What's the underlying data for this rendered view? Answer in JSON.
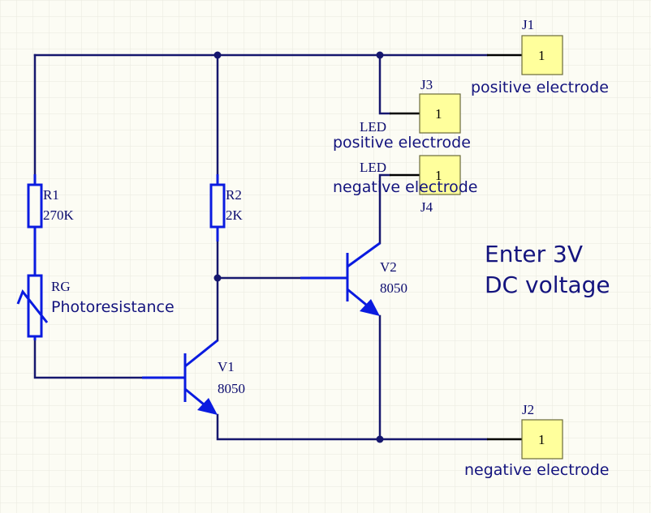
{
  "colors": {
    "background": "#FCFCF4",
    "grid": "#E9E9DE",
    "wire": "#16176E",
    "component": "#0A1BE0",
    "connector_fill": "#FFFF9C",
    "text": "#14147E"
  },
  "components": {
    "r1": {
      "ref": "R1",
      "value": "270K"
    },
    "r2": {
      "ref": "R2",
      "value": "2K"
    },
    "rg": {
      "ref": "RG",
      "value": "Photoresistance"
    },
    "v1": {
      "ref": "V1",
      "value": "8050"
    },
    "v2": {
      "ref": "V2",
      "value": "8050"
    }
  },
  "connectors": {
    "j1": {
      "ref": "J1",
      "pin": "1",
      "label": "positive electrode"
    },
    "j2": {
      "ref": "J2",
      "pin": "1",
      "label": "negative electrode"
    },
    "j3": {
      "ref": "J3",
      "pin": "1",
      "label_line1": "LED",
      "label_line2": "positive electrode"
    },
    "j4": {
      "ref": "J4",
      "pin": "1",
      "label_line1": "LED",
      "label_line2": "negative electrode"
    }
  },
  "note": {
    "line1": "Enter 3V",
    "line2": "DC voltage"
  }
}
